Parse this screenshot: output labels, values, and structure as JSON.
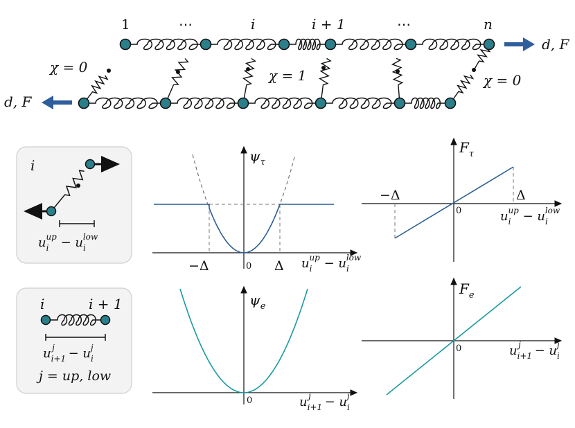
{
  "chain": {
    "index_first": "1",
    "index_dots_left": "⋯",
    "index_i": "i",
    "index_i1": "i + 1",
    "index_dots_right": "⋯",
    "index_n": "n",
    "force_right": "d, F",
    "force_left": "d, F",
    "chi_left": "χ = 0",
    "chi_mid": "χ = 1",
    "chi_right": "χ = 0",
    "node_color": "#2a7f8a",
    "arrow_color": "#2f5e9c"
  },
  "panel_shear": {
    "box_label": "i",
    "measure": "u_i^{up} − u_i^{low}",
    "psi_axis": "ψ_τ",
    "psi_neg_delta": "−Δ",
    "psi_zero": "0",
    "psi_delta": "Δ",
    "psi_xlabel": "u_i^{up} − u_i^{low}",
    "f_axis": "F_τ",
    "f_neg_delta": "−Δ",
    "f_delta": "Δ",
    "f_zero": "0",
    "f_xlabel": "u_i^{up} − u_i^{low}",
    "line_color": "#2c5f93"
  },
  "panel_elastic": {
    "box_label_i": "i",
    "box_label_i1": "i + 1",
    "measure": "u_{i+1}^j − u_i^j",
    "j_label": "j = up, low",
    "psi_axis": "ψ_e",
    "psi_zero": "0",
    "psi_xlabel": "u_{i+1}^j − u_i^j",
    "f_axis": "F_e",
    "f_zero": "0",
    "f_xlabel": "u_{i+1}^j − u_i^j",
    "line_color": "#1b9aa0"
  }
}
